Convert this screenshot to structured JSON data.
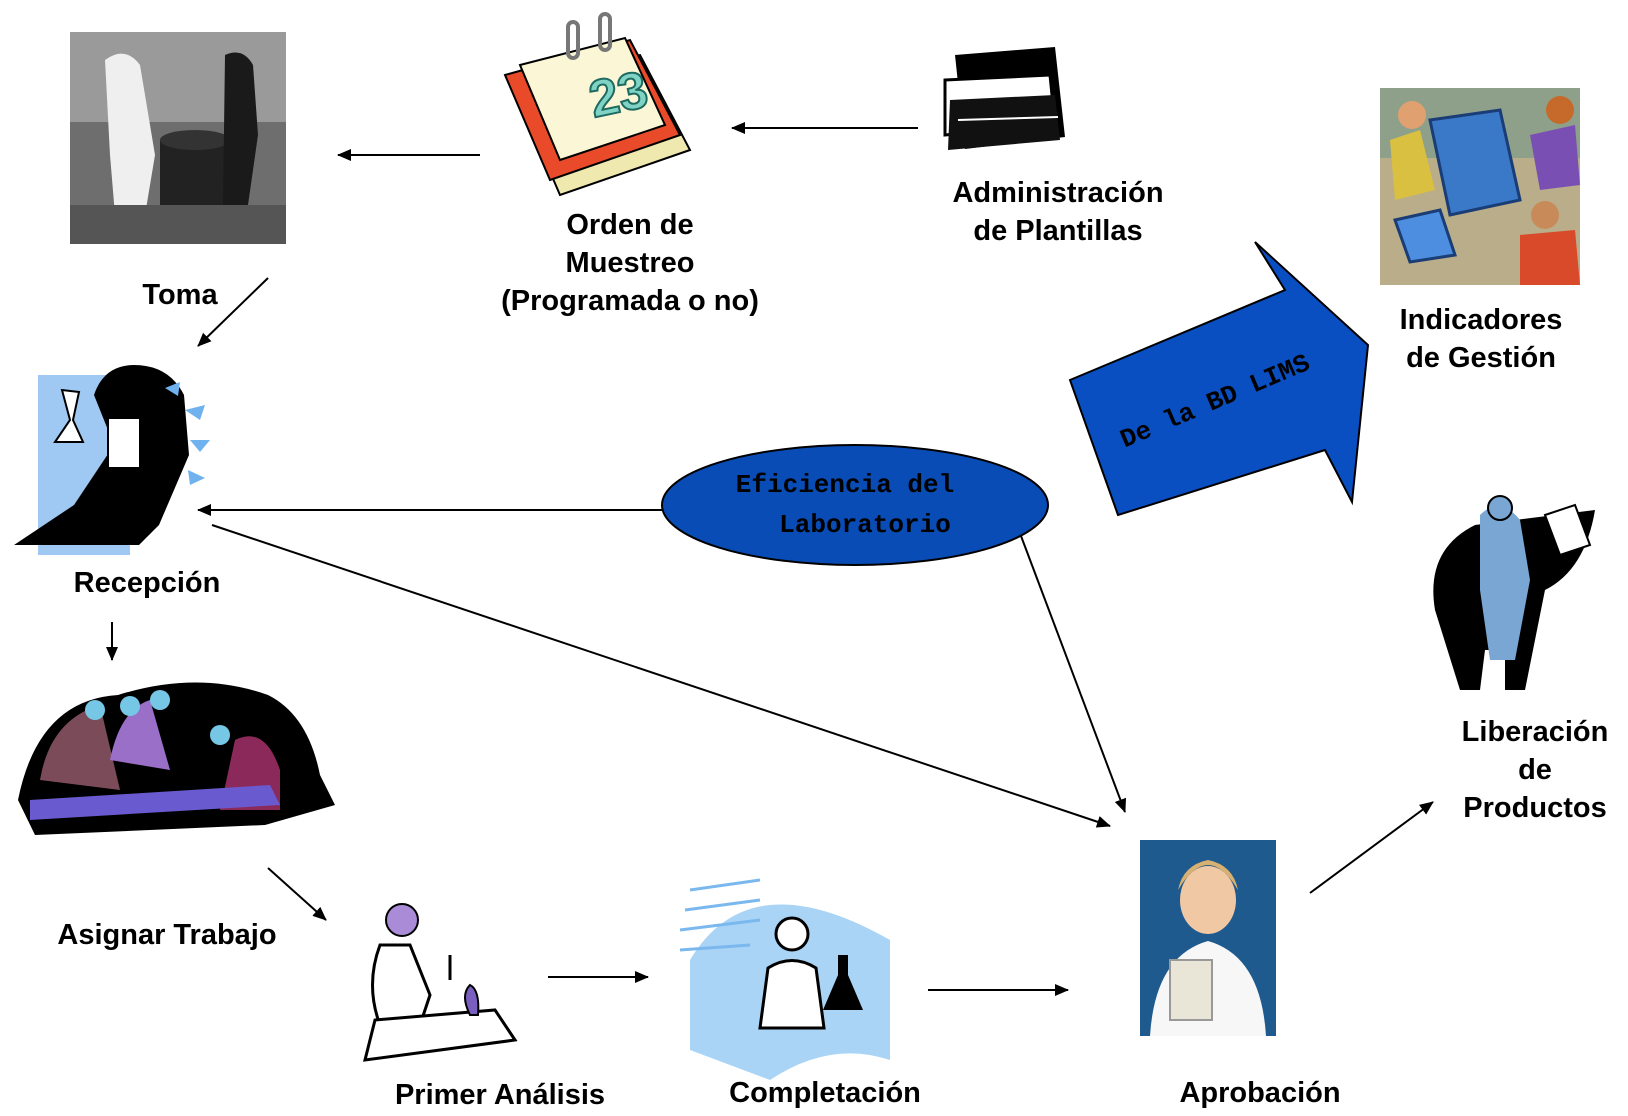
{
  "nodes": {
    "toma": "Toma",
    "orden_line1": "Orden de",
    "orden_line2": "Muestreo",
    "orden_line3": "(Programada o no)",
    "admin_line1": "Administración",
    "admin_line2": "de Plantillas",
    "indicadores_line1": "Indicadores",
    "indicadores_line2": "de Gestión",
    "recepcion": "Recepción",
    "asignar": "Asignar Trabajo",
    "primer": "Primer Análisis",
    "completacion": "Completación",
    "aprobacion": "Aprobación",
    "liberacion_line1": "Liberación",
    "liberacion_line2": "de",
    "liberacion_line3": "Productos"
  },
  "ellipse": {
    "line1": "Eficiencia del",
    "line2": "Laboratorio"
  },
  "big_arrow_label": "De la BD LIMS",
  "calendar_day": "23",
  "colors": {
    "ellipse_fill": "#0a4cb5",
    "big_arrow_fill": "#0a4fc2",
    "label_text": "#000000"
  }
}
